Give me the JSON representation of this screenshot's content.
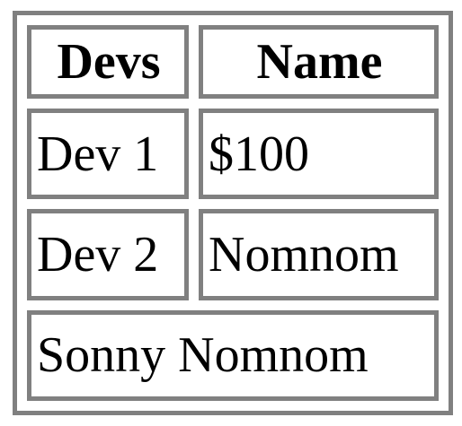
{
  "table": {
    "headers": [
      "Devs",
      "Name"
    ],
    "rows": [
      [
        "Dev 1",
        "$100"
      ],
      [
        "Dev 2",
        "Nomnom"
      ]
    ],
    "footer": "Sonny Nomnom"
  },
  "colors": {
    "border": "#808080",
    "text": "#000000",
    "background": "#ffffff"
  }
}
